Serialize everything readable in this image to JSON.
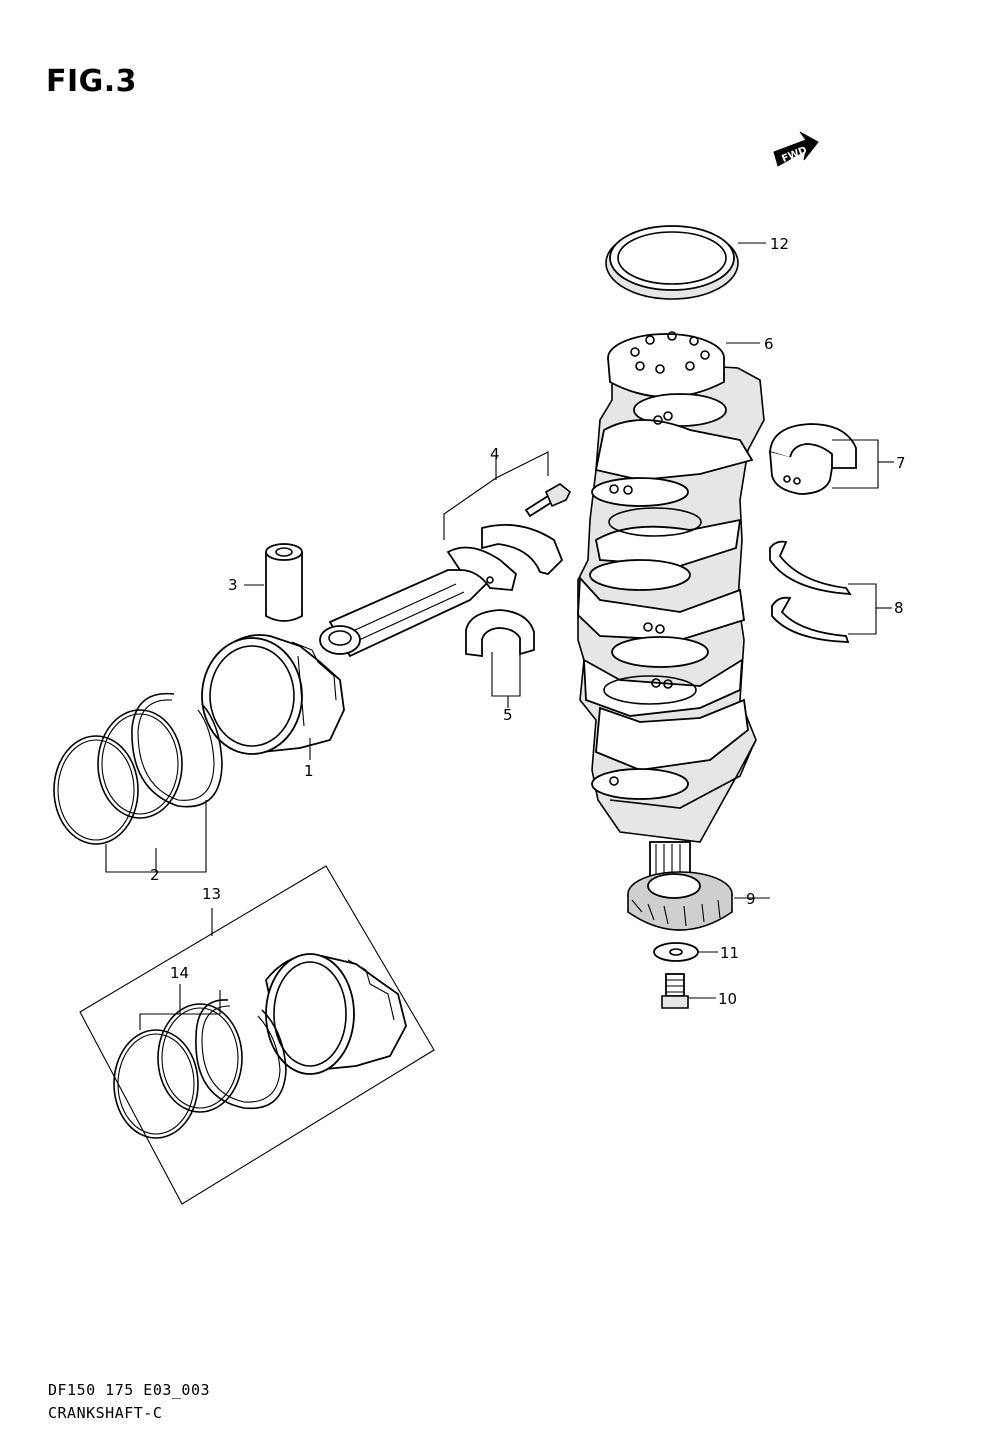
{
  "figure": {
    "title": "FIG.3",
    "direction_badge": "FWD",
    "code": "DF150 175 E03_003",
    "name": "CRANKSHAFT-C"
  },
  "callouts": {
    "c1": "1",
    "c2": "2",
    "c3": "3",
    "c4": "4",
    "c5": "5",
    "c6": "6",
    "c7": "7",
    "c8": "8",
    "c9": "9",
    "c10": "10",
    "c11": "11",
    "c12": "12",
    "c13": "13",
    "c14": "14"
  }
}
